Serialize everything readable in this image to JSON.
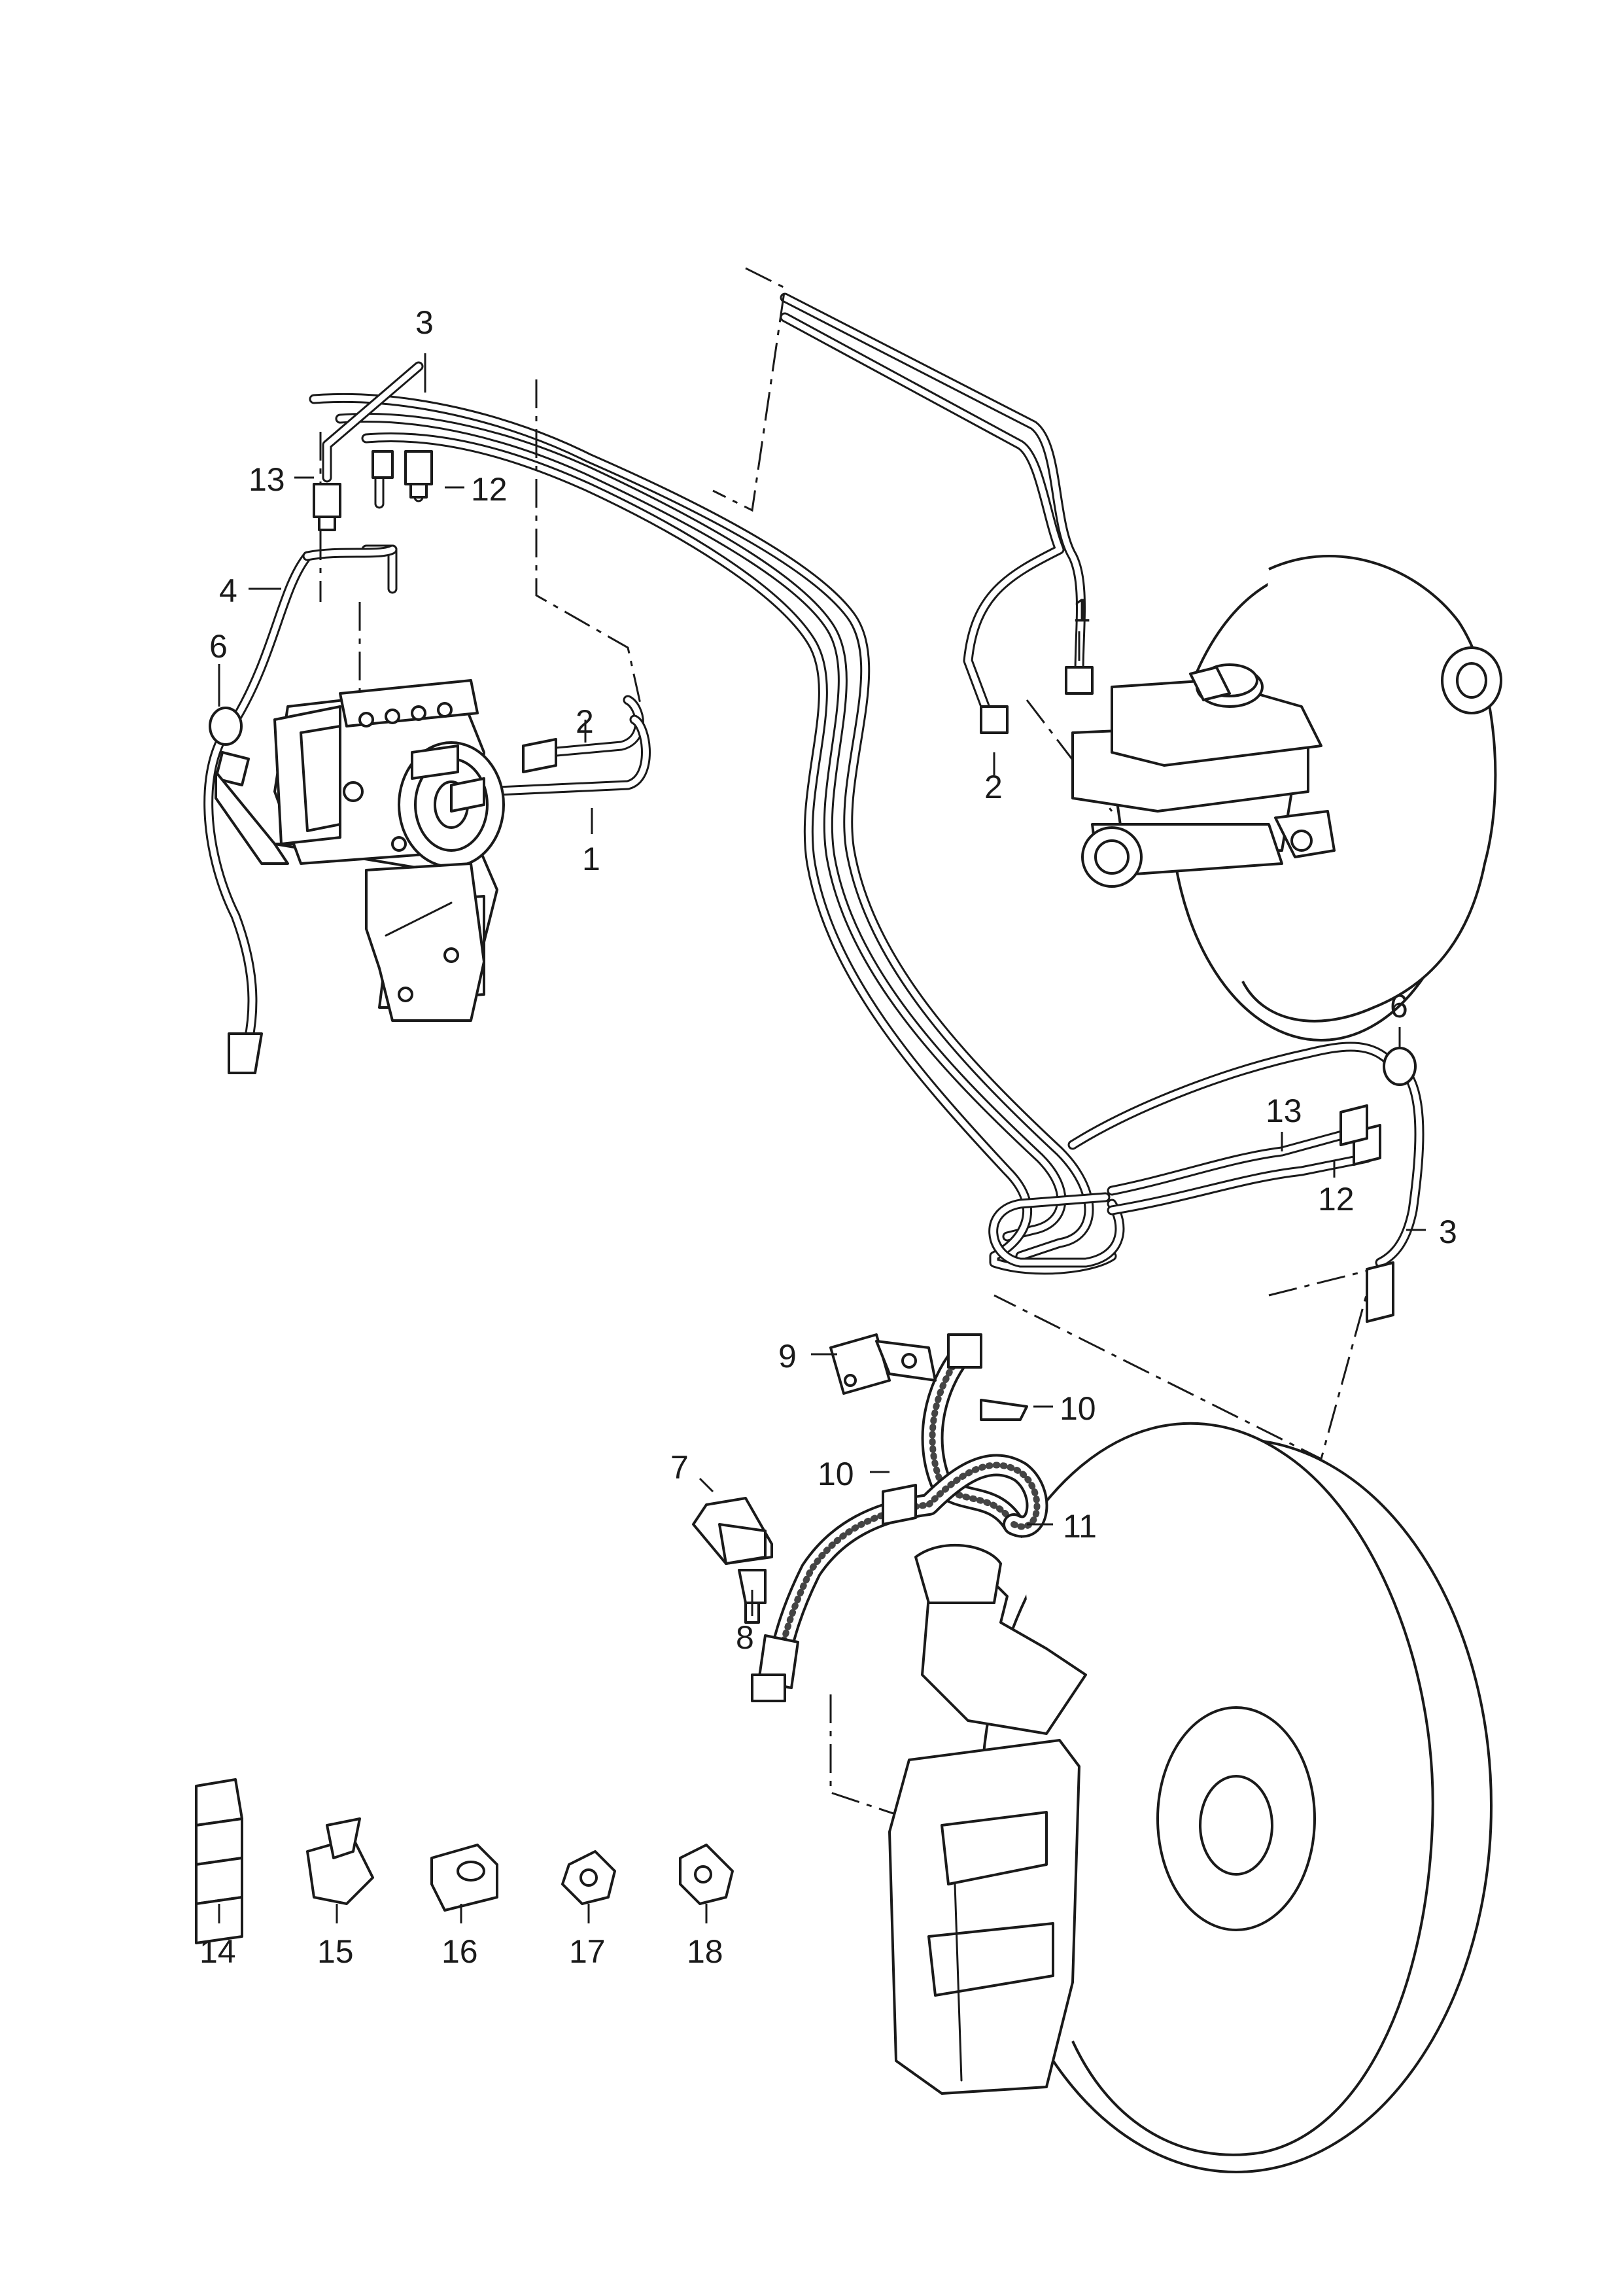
{
  "callouts": {
    "c1a": "1",
    "c1b": "1",
    "c2a": "2",
    "c2b": "2",
    "c3a": "3",
    "c3b": "3",
    "c4": "4",
    "c6a": "6",
    "c6b": "6",
    "c7": "7",
    "c8": "8",
    "c9": "9",
    "c10a": "10",
    "c10b": "10",
    "c11": "11",
    "c12a": "12",
    "c12b": "12",
    "c13a": "13",
    "c13b": "13",
    "c14": "14",
    "c15": "15",
    "c16": "16",
    "c17": "17",
    "c18": "18"
  },
  "colors": {
    "line": "#1a1a1a",
    "background": "#ffffff"
  }
}
